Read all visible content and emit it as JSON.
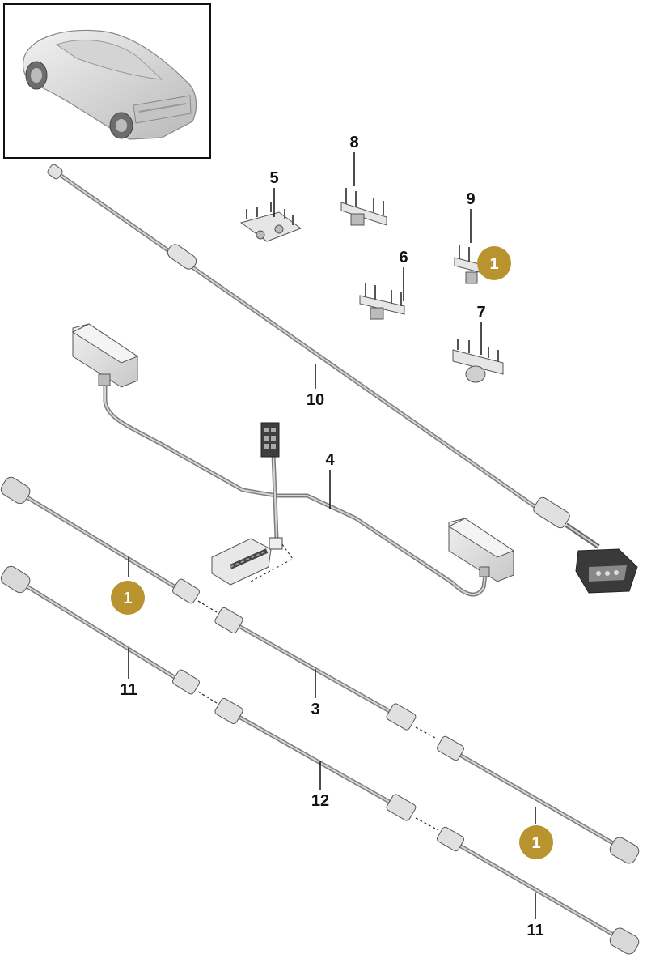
{
  "colors": {
    "badge": "#b8932e",
    "cable": "#8f8f8f",
    "cable_light": "#d8d8d8",
    "part": "#e4e4e4",
    "outline": "#444444",
    "leader": "#111111"
  },
  "callouts": {
    "c3": "3",
    "c4": "4",
    "c5": "5",
    "c6": "6",
    "c7": "7",
    "c8": "8",
    "c9": "9",
    "c10": "10",
    "c11a": "11",
    "c11b": "11",
    "c12": "12"
  },
  "badges": {
    "b_top": "1",
    "b_left": "1",
    "b_right": "1"
  },
  "icons": {
    "overview": "car-overview-icon"
  }
}
